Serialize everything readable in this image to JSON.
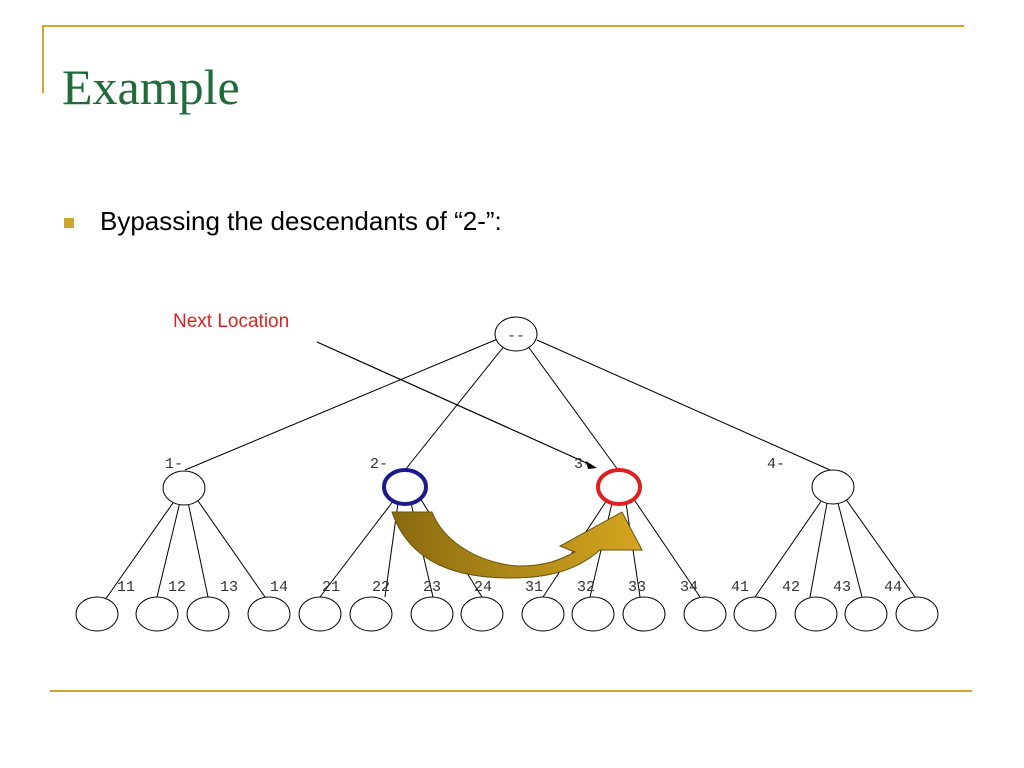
{
  "slide": {
    "title": "Example",
    "bullet": "Bypassing the descendants of “2-”:"
  },
  "diagram": {
    "annotation": "Next Location",
    "root": "--",
    "level1": [
      "1-",
      "2-",
      "3-",
      "4-"
    ],
    "level2": [
      "11",
      "12",
      "13",
      "14",
      "21",
      "22",
      "23",
      "24",
      "31",
      "32",
      "33",
      "34",
      "41",
      "42",
      "43",
      "44"
    ],
    "highlight": {
      "skipped_node": "2-",
      "next_node": "3-",
      "skipped_color": "#1a1a8c",
      "next_color": "#e02020"
    },
    "accent_color": "#d1a530",
    "title_color": "#1f6b3a",
    "arrow_color": "#c8a020"
  }
}
